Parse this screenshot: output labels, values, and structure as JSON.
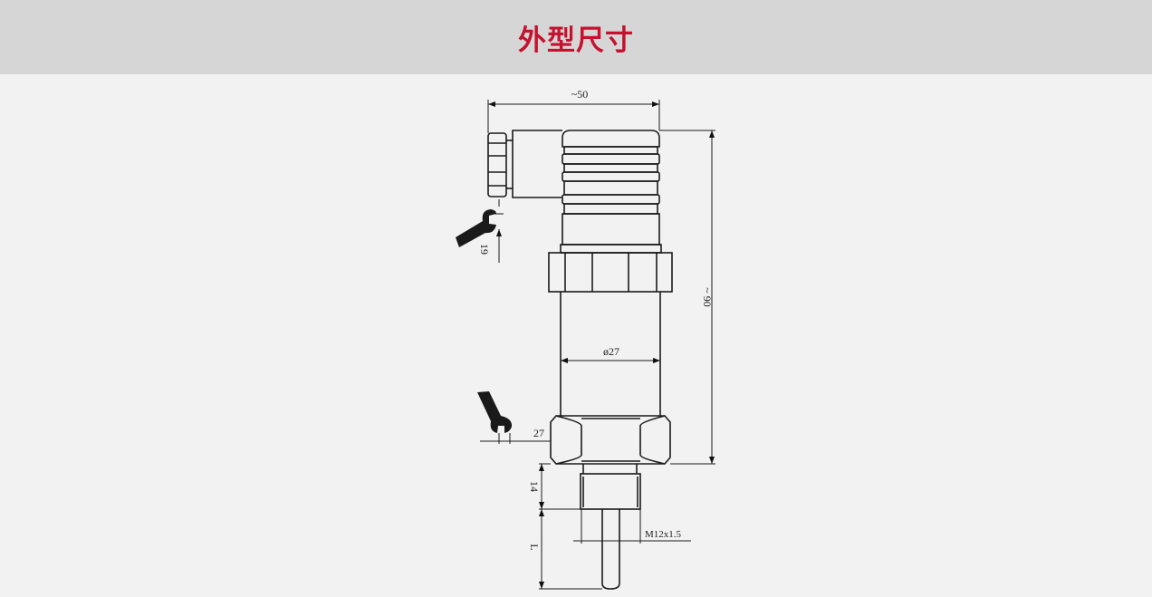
{
  "header": {
    "title": "外型尺寸"
  },
  "drawing": {
    "width_label": "~50",
    "height_label": "~ 90",
    "wrench_top_label": "19",
    "body_diameter_label": "ø27",
    "hex_label": "27",
    "thread_length_label": "14",
    "probe_length_label": "L",
    "thread_label": "M12x1.5"
  },
  "colors": {
    "title": "#c4122f",
    "header_bg": "#d6d6d6",
    "page_bg": "#f2f2f2"
  }
}
